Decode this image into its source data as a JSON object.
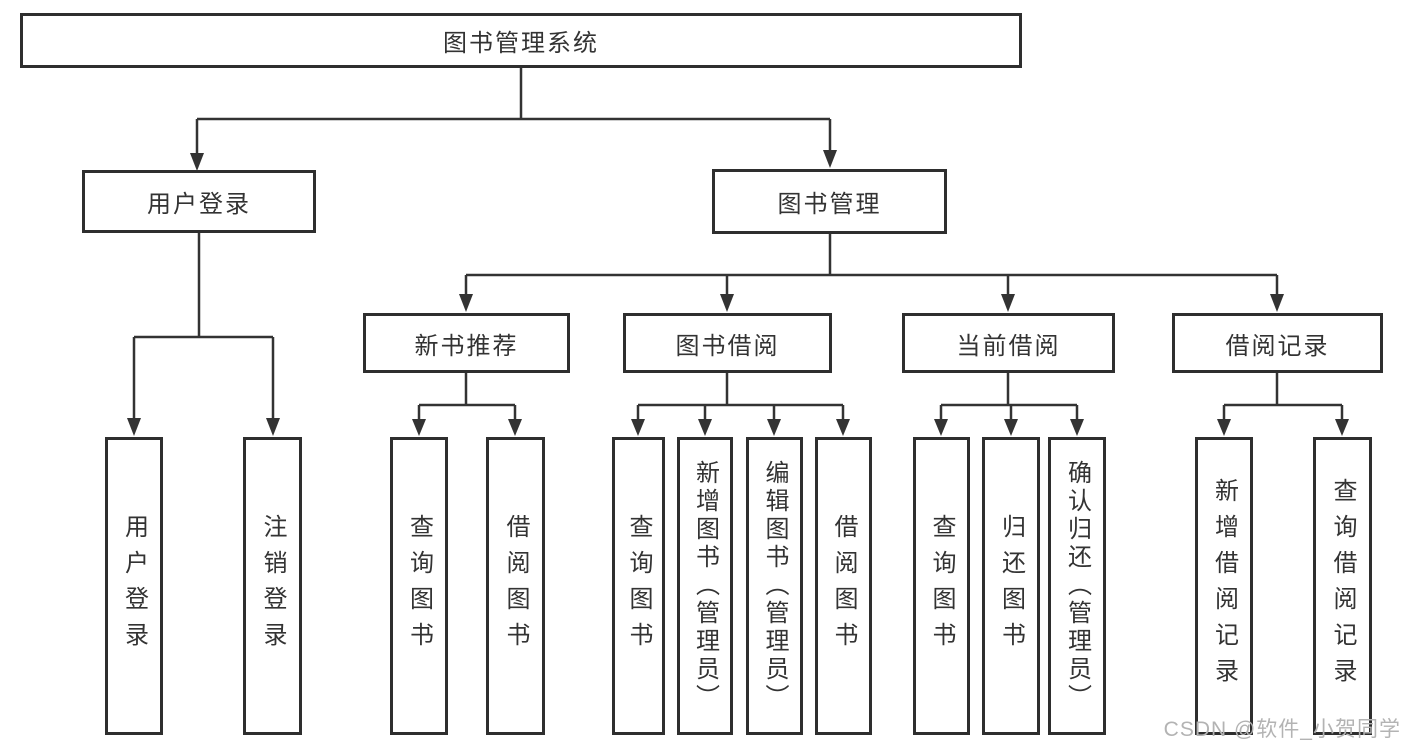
{
  "diagram": {
    "root": {
      "label": "图书管理系统"
    },
    "level2": [
      {
        "id": "user-login",
        "label": "用户登录"
      },
      {
        "id": "book-management",
        "label": "图书管理"
      }
    ],
    "level3": [
      {
        "id": "new-book-recommend",
        "label": "新书推荐"
      },
      {
        "id": "book-borrow",
        "label": "图书借阅"
      },
      {
        "id": "current-borrow",
        "label": "当前借阅"
      },
      {
        "id": "borrow-record",
        "label": "借阅记录"
      }
    ],
    "leaves": [
      {
        "group": "user-login",
        "label": "用户登录"
      },
      {
        "group": "user-login",
        "label": "注销登录"
      },
      {
        "group": "new-book-recommend",
        "label": "查询图书"
      },
      {
        "group": "new-book-recommend",
        "label": "借阅图书"
      },
      {
        "group": "book-borrow",
        "label": "查询图书"
      },
      {
        "group": "book-borrow",
        "label": "新增图书（管理员）"
      },
      {
        "group": "book-borrow",
        "label": "编辑图书（管理员）"
      },
      {
        "group": "book-borrow",
        "label": "借阅图书"
      },
      {
        "group": "current-borrow",
        "label": "查询图书"
      },
      {
        "group": "current-borrow",
        "label": "归还图书"
      },
      {
        "group": "current-borrow",
        "label": "确认归还（管理员）"
      },
      {
        "group": "borrow-record",
        "label": "新增借阅记录"
      },
      {
        "group": "borrow-record",
        "label": "查询借阅记录"
      }
    ]
  },
  "watermark": {
    "text": "CSDN @软件_小贺同学"
  },
  "colors": {
    "line": "#333333",
    "box_border": "#2e2e2e",
    "text": "#333333",
    "watermark": "#b3b3b3",
    "background": "#ffffff"
  }
}
